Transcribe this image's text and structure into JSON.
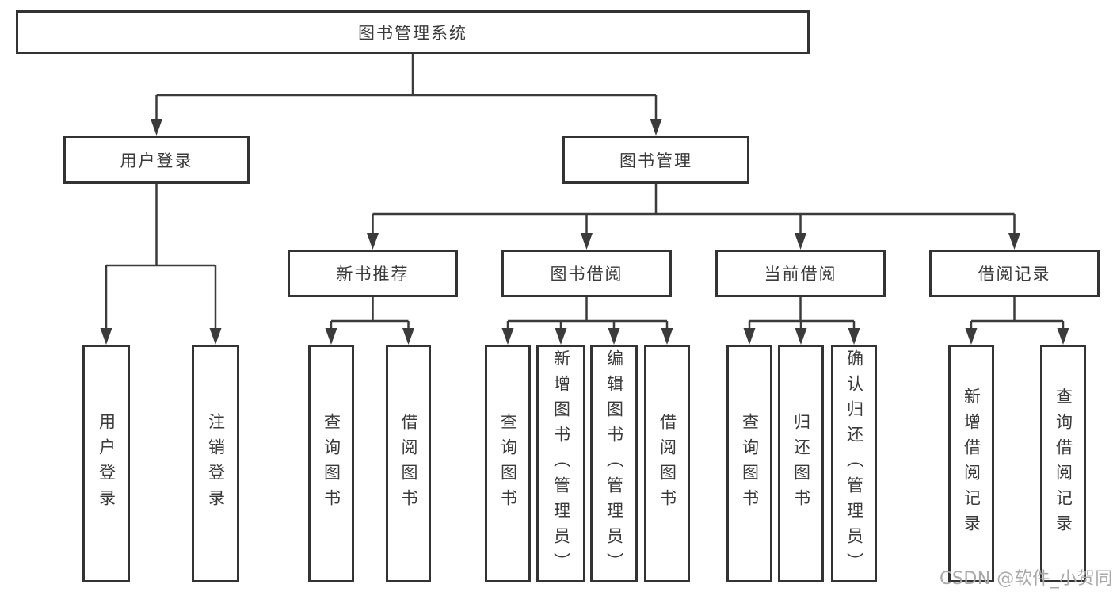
{
  "diagram_type": "hierarchy-tree",
  "root": {
    "label": "图书管理系统",
    "children": [
      {
        "label": "用户登录",
        "children": [
          {
            "label": "用户登录"
          },
          {
            "label": "注销登录"
          }
        ]
      },
      {
        "label": "图书管理",
        "children": [
          {
            "label": "新书推荐",
            "children": [
              {
                "label": "查询图书"
              },
              {
                "label": "借阅图书"
              }
            ]
          },
          {
            "label": "图书借阅",
            "children": [
              {
                "label": "查询图书"
              },
              {
                "label": "新增图书（管理员）"
              },
              {
                "label": "编辑图书（管理员）"
              },
              {
                "label": "借阅图书"
              }
            ]
          },
          {
            "label": "当前借阅",
            "children": [
              {
                "label": "查询图书"
              },
              {
                "label": "归还图书"
              },
              {
                "label": "确认归还（管理员）"
              }
            ]
          },
          {
            "label": "借阅记录",
            "children": [
              {
                "label": "新增借阅记录"
              },
              {
                "label": "查询借阅记录"
              }
            ]
          }
        ]
      }
    ]
  },
  "watermark": {
    "text": "CSDN @软件_小贺同学",
    "color": "#a9a9a9"
  },
  "colors": {
    "background": "#ffffff",
    "box_border": "#333333",
    "connector_line": "#3b3b3b",
    "text": "#3a3a3a"
  }
}
